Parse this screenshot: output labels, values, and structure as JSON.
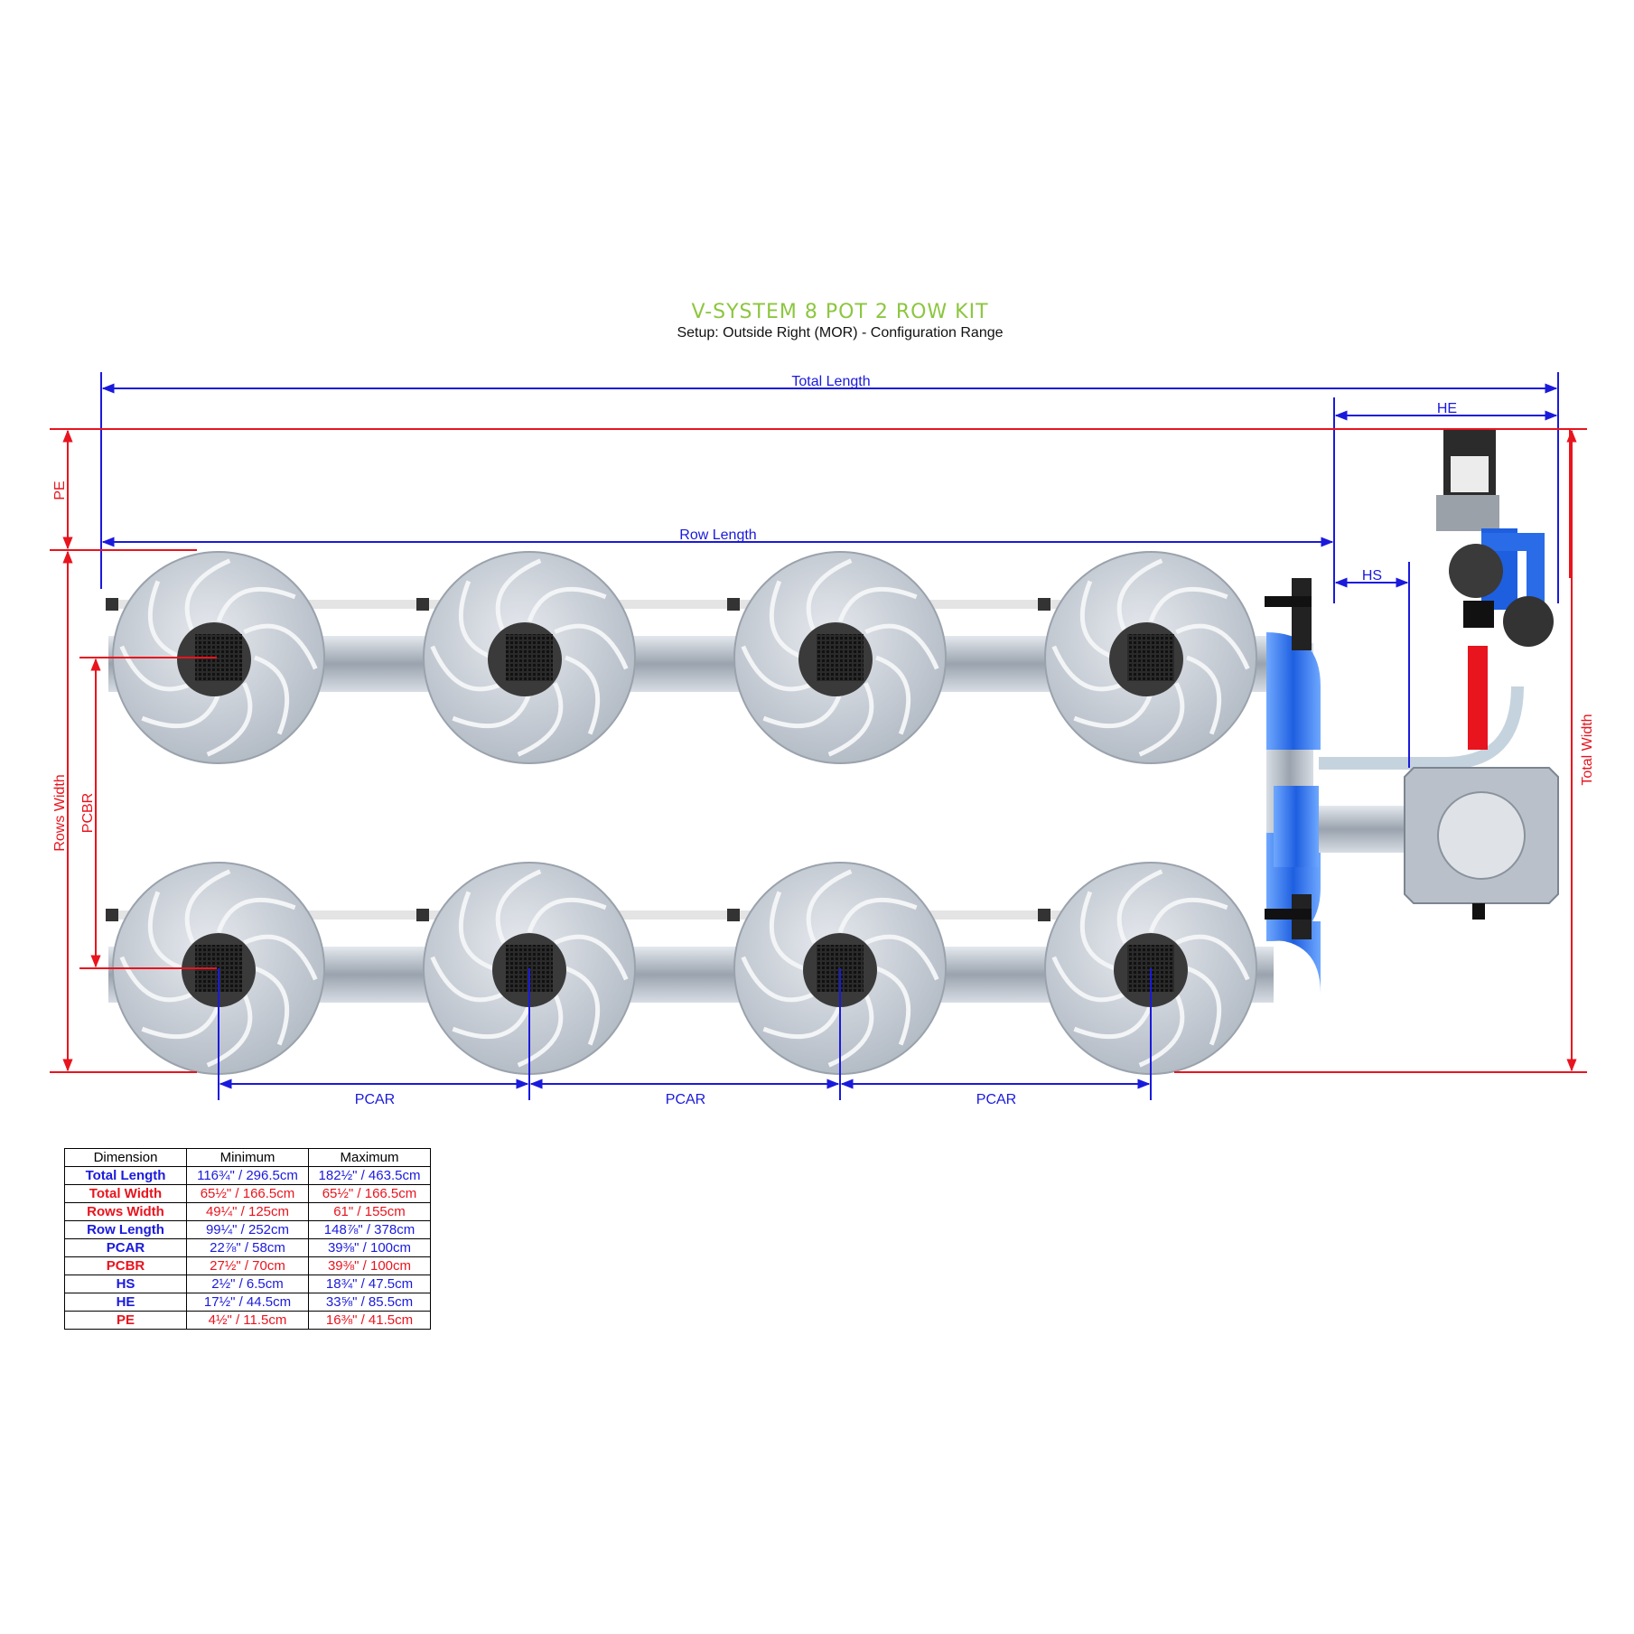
{
  "title": "V-SYSTEM 8 POT 2 ROW KIT",
  "subtitle": "Setup: Outside Right (MOR) - Configuration Range",
  "colors": {
    "blue": "#1a1adc",
    "red": "#e8141e",
    "green": "#8cc63f"
  },
  "labels": {
    "total_length": "Total Length",
    "he": "HE",
    "row_length": "Row Length",
    "hs": "HS",
    "pe": "PE",
    "rows_width": "Rows Width",
    "pcbr": "PCBR",
    "total_width": "Total Width",
    "pcar_1": "PCAR",
    "pcar_2": "PCAR",
    "pcar_3": "PCAR"
  },
  "table": {
    "headers": [
      "Dimension",
      "Minimum",
      "Maximum"
    ],
    "rows": [
      {
        "name": "Total Length",
        "min": "116¾\" / 296.5cm",
        "max": "182½\" / 463.5cm",
        "color": "blue"
      },
      {
        "name": "Total Width",
        "min": "65½\" / 166.5cm",
        "max": "65½\" / 166.5cm",
        "color": "red"
      },
      {
        "name": "Rows Width",
        "min": "49¼\" / 125cm",
        "max": "61\" / 155cm",
        "color": "red"
      },
      {
        "name": "Row Length",
        "min": "99¼\" / 252cm",
        "max": "148⅞\" / 378cm",
        "color": "blue"
      },
      {
        "name": "PCAR",
        "min": "22⅞\" / 58cm",
        "max": "39⅜\" / 100cm",
        "color": "blue"
      },
      {
        "name": "PCBR",
        "min": "27½\" / 70cm",
        "max": "39⅜\" / 100cm",
        "color": "red"
      },
      {
        "name": "HS",
        "min": "2½\" / 6.5cm",
        "max": "18¾\" / 47.5cm",
        "color": "blue"
      },
      {
        "name": "HE",
        "min": "17½\" / 44.5cm",
        "max": "33⅝\" / 85.5cm",
        "color": "blue"
      },
      {
        "name": "PE",
        "min": "4½\" / 11.5cm",
        "max": "16⅜\" / 41.5cm",
        "color": "red"
      }
    ]
  }
}
